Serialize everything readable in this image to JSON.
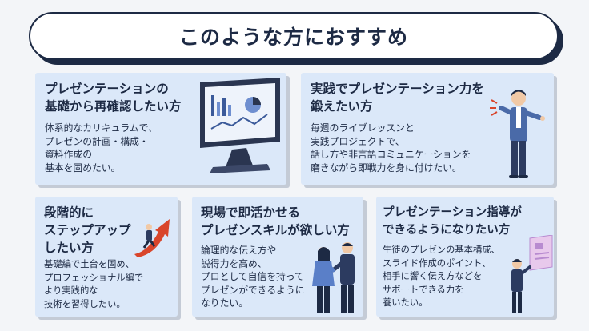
{
  "page": {
    "title": "このような方におすすめ"
  },
  "cards": [
    {
      "heading": "プレゼンテーションの\n基礎から再確認したい方",
      "body": "体系的なカリキュラムで、\nプレゼンの計画・構成・\n資料作成の\n基本を固めたい。",
      "icon": "computer-monitor-chart-illustration"
    },
    {
      "heading": "実践でプレゼンテーション力を\n鍛えたい方",
      "body": "毎週のライブレッスンと\n実践プロジェクトで、\n話し方や非言語コミュニケーションを\n磨きながら即戦力を身に付けたい。",
      "icon": "speaking-man-illustration"
    },
    {
      "heading": "段階的に\nステップアップ\nしたい方",
      "body": "基礎編で土台を固め、\nプロフェッショナル編で\nより実践的な\n技術を習得したい。",
      "icon": "climbing-arrow-illustration"
    },
    {
      "heading": "現場で即活かせる\nプレゼンスキルが欲しい方",
      "body": "論理的な伝え方や\n説得力を高め、\nプロとして自信を持って\nプレゼンができるように\nなりたい。",
      "icon": "handshake-illustration"
    },
    {
      "heading": "プレゼンテーション指導が\nできるようになりたい方",
      "body": "生徒のプレゼンの基本構成、\nスライド作成のポイント、\n相手に響く伝え方などを\nサポートできる力を\n養いたい。",
      "icon": "teacher-screen-illustration"
    }
  ],
  "colors": {
    "navy": "#1d2a44",
    "card_bg": "#dbe8f9",
    "page_bg": "#f3f5f8",
    "accent_red": "#d9452b"
  }
}
